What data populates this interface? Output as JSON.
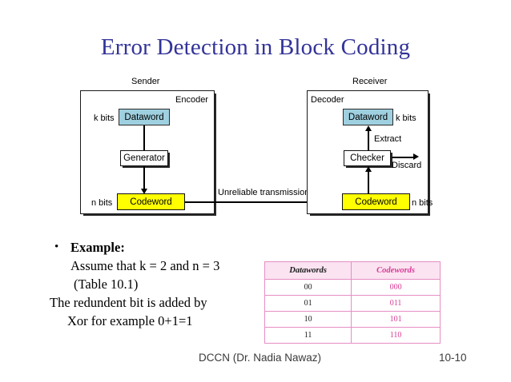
{
  "slide": {
    "title": "Error Detection in Block Coding"
  },
  "diagram": {
    "sender_label": "Sender",
    "receiver_label": "Receiver",
    "encoder_label": "Encoder",
    "decoder_label": "Decoder",
    "sender": {
      "dataword": "Dataword",
      "dataword_bits": "k bits",
      "generator": "Generator",
      "codeword": "Codeword",
      "codeword_bits": "n bits"
    },
    "receiver": {
      "dataword": "Dataword",
      "dataword_bits": "k bits",
      "checker": "Checker",
      "extract_label": "Extract",
      "discard_label": "Discard",
      "codeword": "Codeword",
      "codeword_bits": "n bits"
    },
    "channel_label": "Unreliable transmission",
    "colors": {
      "dataword_fill": "#9fd0e0",
      "codeword_fill": "#ffff00",
      "process_fill": "#ffffff",
      "stroke": "#111111"
    }
  },
  "body": {
    "bullet_glyph": "•",
    "heading": "Example:",
    "line1": "Assume that k = 2 and n = 3",
    "line2": "(Table 10.1)",
    "line3": "The  redundent  bit  is  added  by",
    "line4": "Xor for example 0+1=1"
  },
  "table": {
    "headers": [
      "Datawords",
      "Codewords"
    ],
    "rows": [
      [
        "00",
        "000"
      ],
      [
        "01",
        "011"
      ],
      [
        "10",
        "101"
      ],
      [
        "11",
        "110"
      ]
    ],
    "border_color": "#e68ec4",
    "header_fill": "#fbe3f1",
    "codeword_color": "#d63b96"
  },
  "footer": {
    "center": "DCCN (Dr. Nadia Nawaz)",
    "page": "10-10"
  }
}
